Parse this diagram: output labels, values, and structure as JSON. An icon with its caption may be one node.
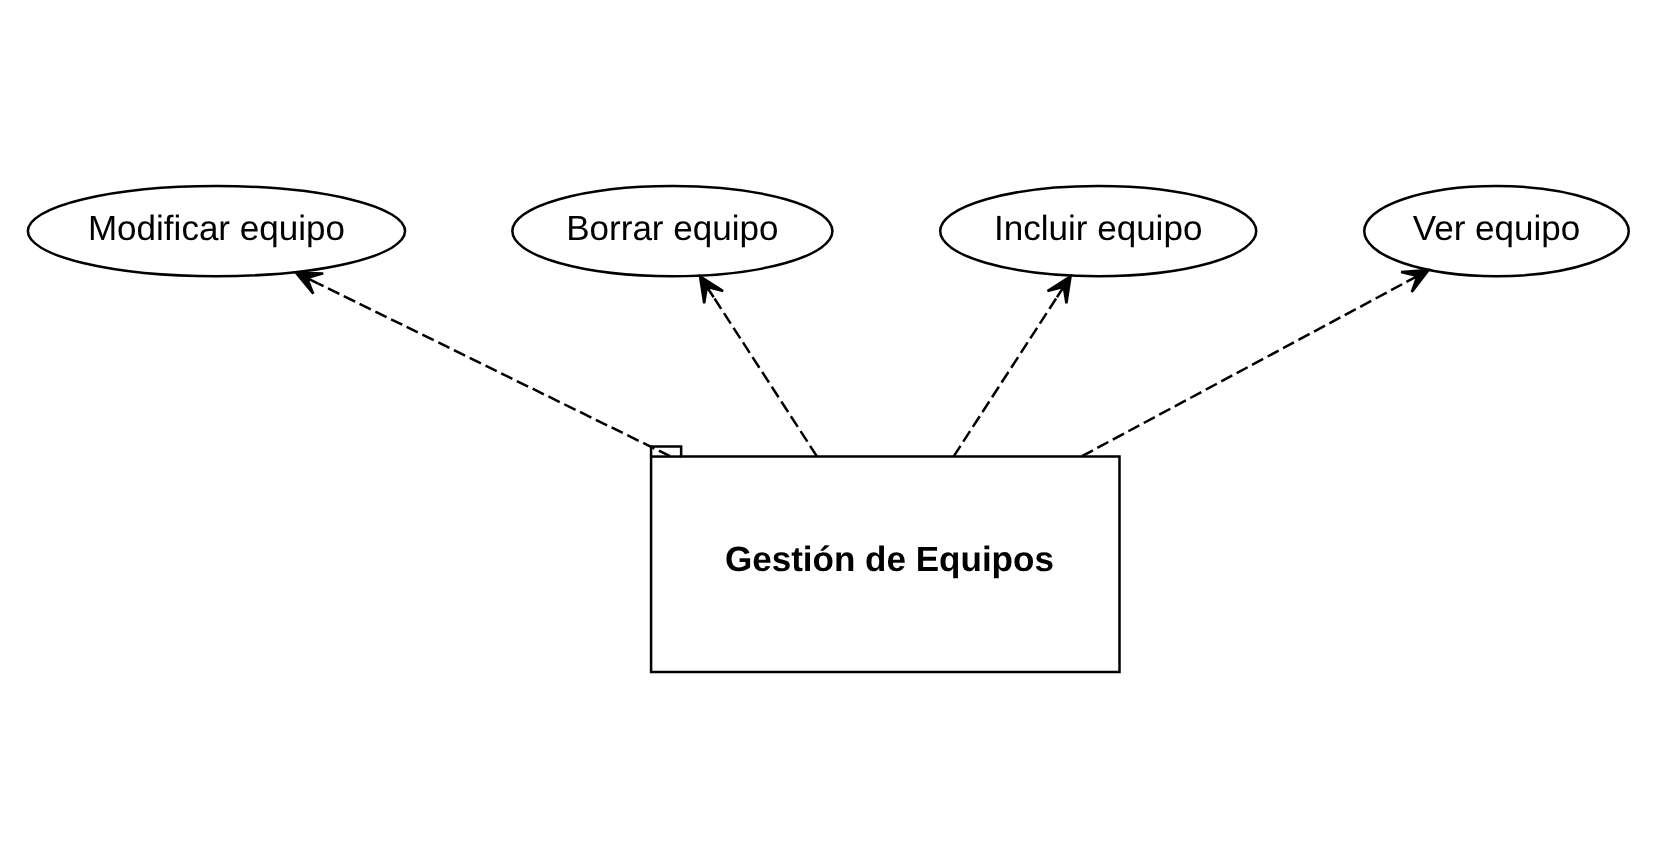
{
  "diagram": {
    "nodes": [
      {
        "text": [
          "Modificar equipo"
        ]
      },
      {
        "text": [
          "Borrar equipo"
        ]
      },
      {
        "text": [
          "Incluir equipo"
        ]
      },
      {
        "text": [
          "Ver equipo"
        ]
      },
      {
        "text": [
          "Gestión de Equipos"
        ]
      }
    ],
    "edges": [
      {
        "from": 4,
        "to": 2,
        "arrow": "to",
        "style": "dashed"
      },
      {
        "from": 4,
        "to": 0,
        "arrow": "to",
        "style": "dashed"
      },
      {
        "from": 4,
        "to": 1,
        "arrow": "to",
        "style": "dashed"
      },
      {
        "from": 4,
        "to": 3,
        "arrow": "to",
        "style": "dashed"
      }
    ]
  }
}
